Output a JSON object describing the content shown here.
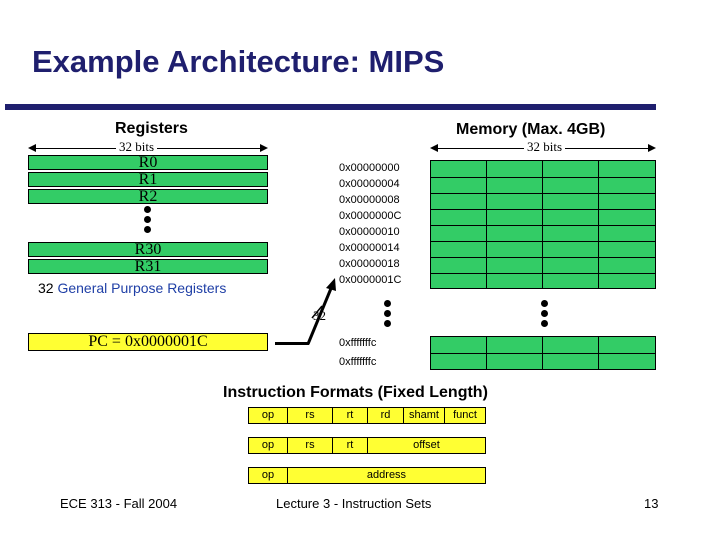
{
  "title": "Example Architecture: MIPS",
  "registers": {
    "header": "Registers",
    "bits_label": "32 bits",
    "rows": [
      "R0",
      "R1",
      "R2"
    ],
    "rows_bottom": [
      "R30",
      "R31"
    ],
    "caption_count": "32",
    "caption_text": "General Purpose Registers"
  },
  "memory": {
    "header": "Memory (Max. 4GB)",
    "bits_label": "32 bits",
    "addresses": [
      "0x00000000",
      "0x00000004",
      "0x00000008",
      "0x0000000C",
      "0x00000010",
      "0x00000014",
      "0x00000018",
      "0x0000001C"
    ],
    "addresses_bottom": [
      "0xfffffffc",
      "0xfffffffc"
    ]
  },
  "pc": {
    "label": "PC = 0x0000001C",
    "bus_width": "32"
  },
  "formats": {
    "title": "Instruction Formats (Fixed Length)",
    "r_type": [
      "op",
      "rs",
      "rt",
      "rd",
      "shamt",
      "funct"
    ],
    "i_type": [
      "op",
      "rs",
      "rt",
      "offset"
    ],
    "j_type": [
      "op",
      "address"
    ]
  },
  "footer": {
    "left": "ECE 313 - Fall 2004",
    "center": "Lecture 3 - Instruction Sets",
    "page": "13"
  },
  "colors": {
    "title": "#1f1f6e",
    "register_fill": "#33cc66",
    "pc_fill": "#ffff33",
    "caption_accent": "#1f3fa6"
  }
}
